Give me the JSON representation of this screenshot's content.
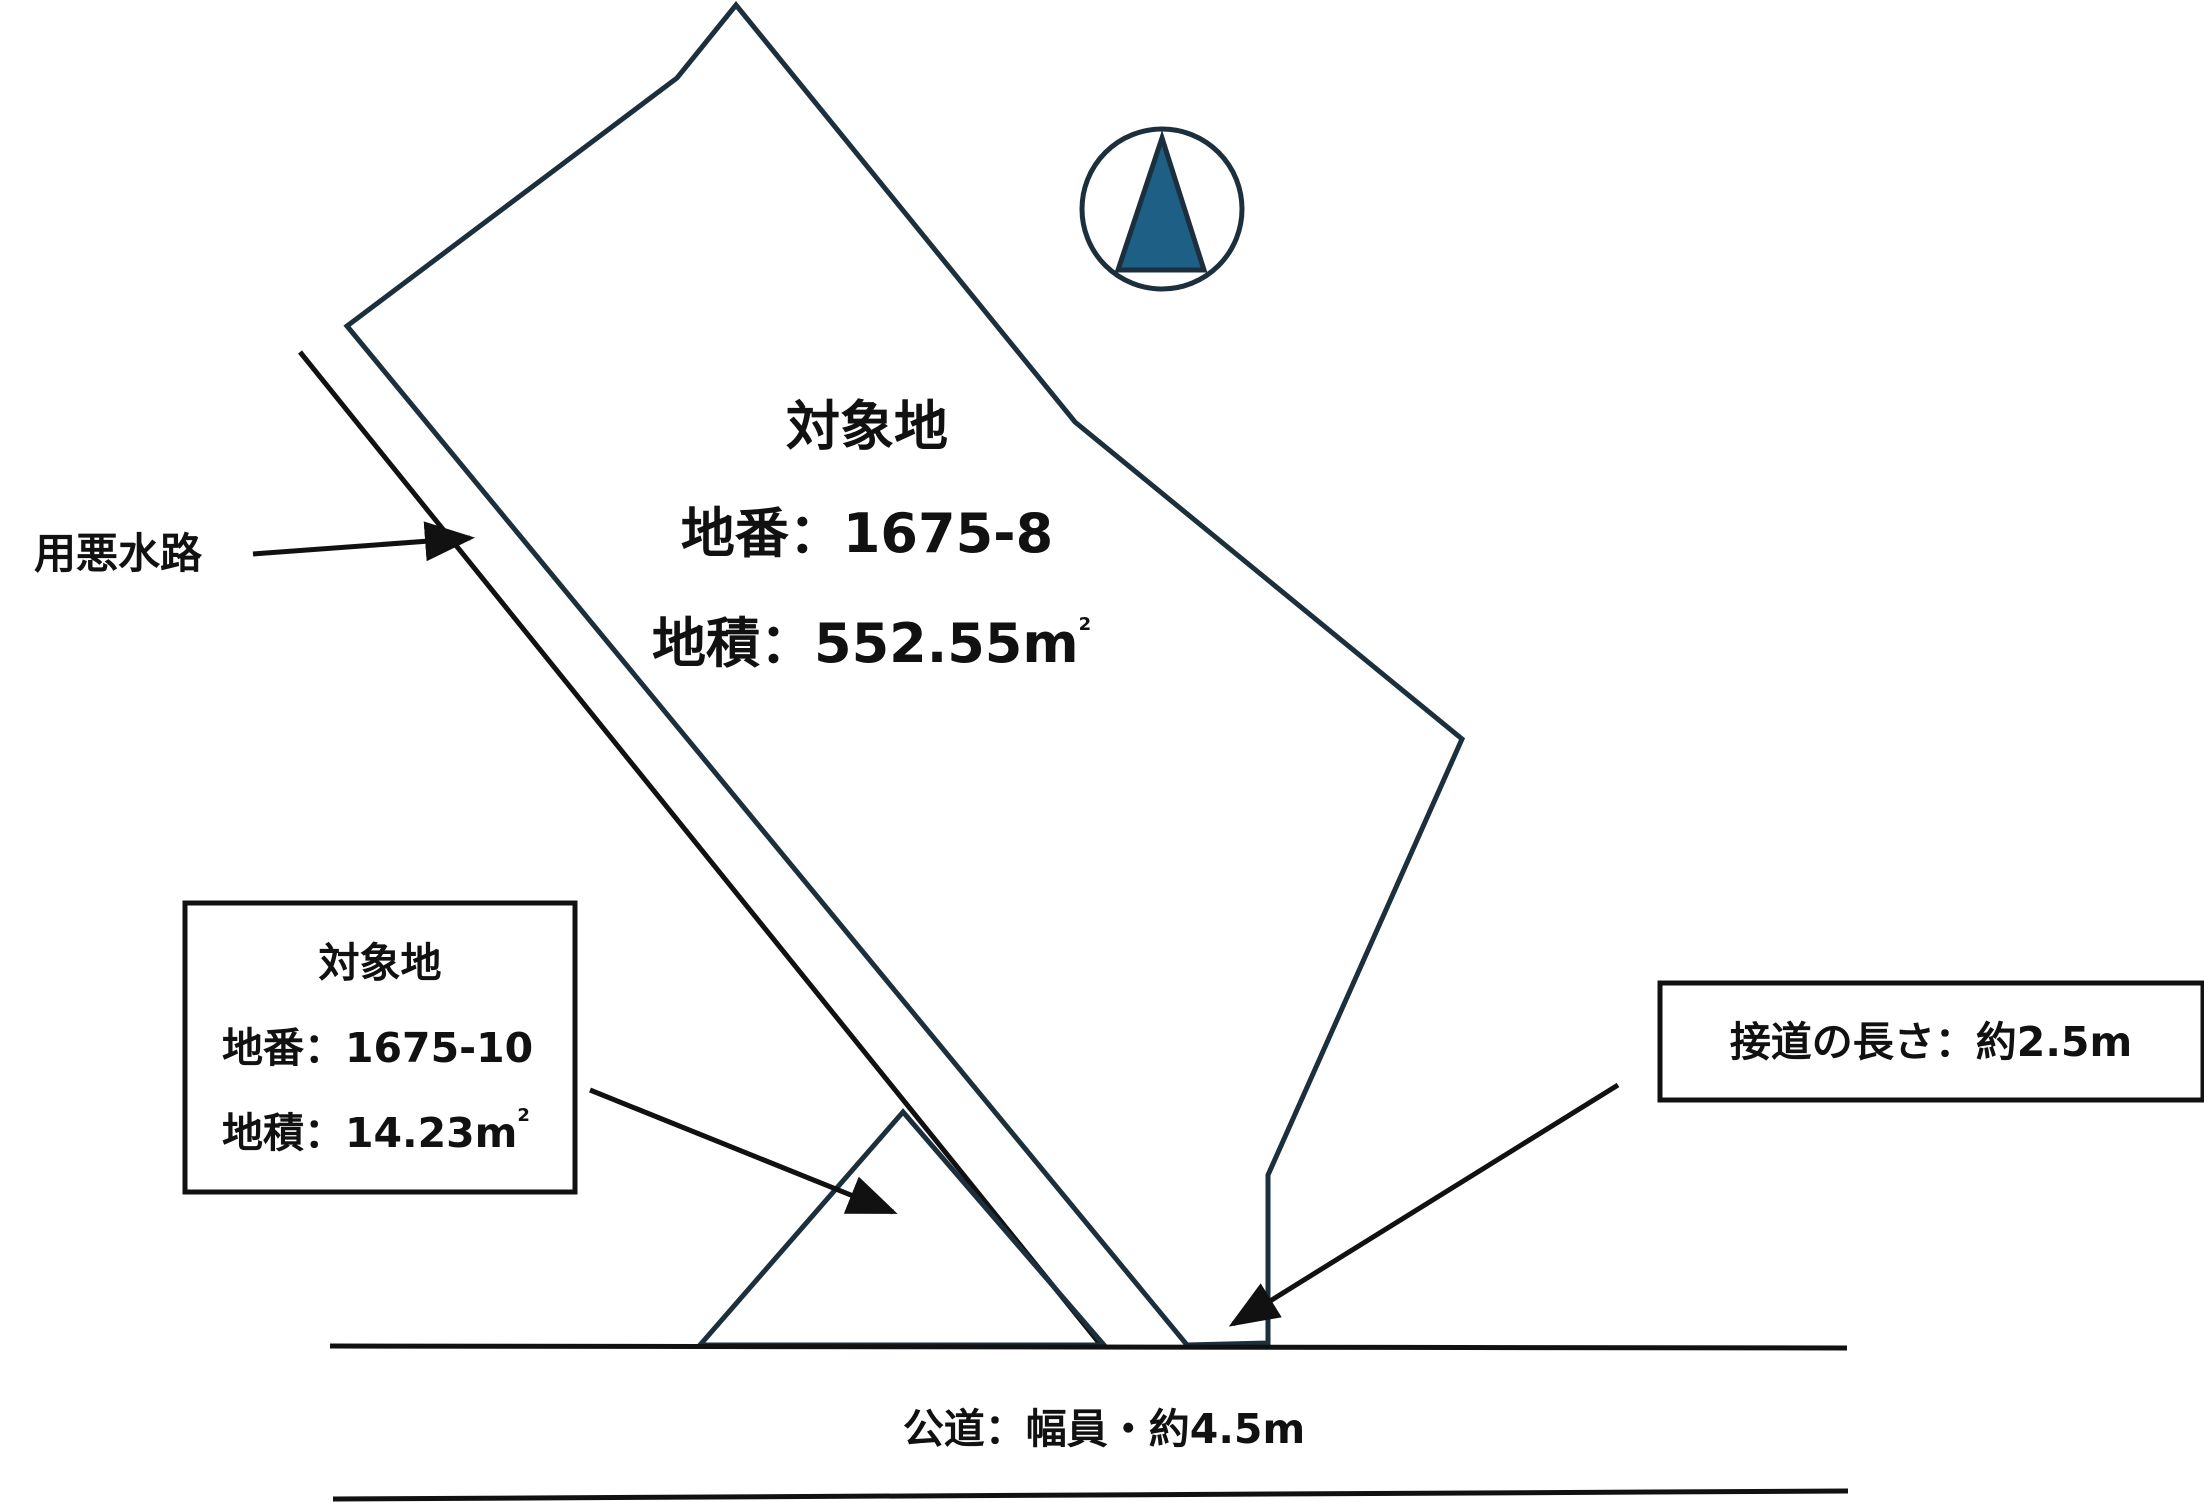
{
  "main_parcel": {
    "title": "対象地",
    "lot_number": "地番：1675-8",
    "area_prefix": "地積：552.55m",
    "area_sup": "2"
  },
  "small_parcel": {
    "title": "対象地",
    "lot_number": "地番：1675-10",
    "area_prefix": "地積：14.23m",
    "area_sup": "2"
  },
  "waterway_label": "用悪水路",
  "frontage_label": "接道の長さ：約2.5m",
  "road_label": "公道：幅員・約4.5m",
  "colors": {
    "outline": "#1b2f3c",
    "north_fill": "#1e5f86",
    "text": "#111111"
  }
}
